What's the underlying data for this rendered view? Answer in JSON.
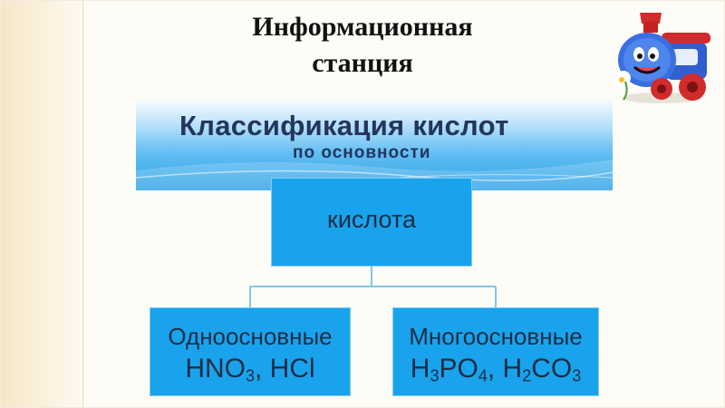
{
  "slide": {
    "title": "Информационная станция"
  },
  "banner": {
    "title": "Классификация кислот",
    "subtitle": "по основности"
  },
  "diagram": {
    "root": {
      "label": "кислота"
    },
    "children": [
      {
        "heading": "Одноосновные",
        "formulas": [
          {
            "parts": [
              "HNO",
              "3"
            ],
            "sep": ", "
          },
          {
            "parts": [
              "HCl"
            ]
          }
        ]
      },
      {
        "heading": "Многоосновные",
        "formulas": [
          {
            "parts": [
              "H",
              "3",
              "PO",
              "4"
            ],
            "sep": ", "
          },
          {
            "parts": [
              "H",
              "2",
              "CO",
              "3"
            ]
          }
        ]
      }
    ]
  },
  "colors": {
    "node_fill": "#19a3ec",
    "node_text": "#1e2d46",
    "connector": "#7fc6e8",
    "banner_text": "#24355e"
  },
  "decor": {
    "mascot_icon": "train-mascot-icon"
  }
}
